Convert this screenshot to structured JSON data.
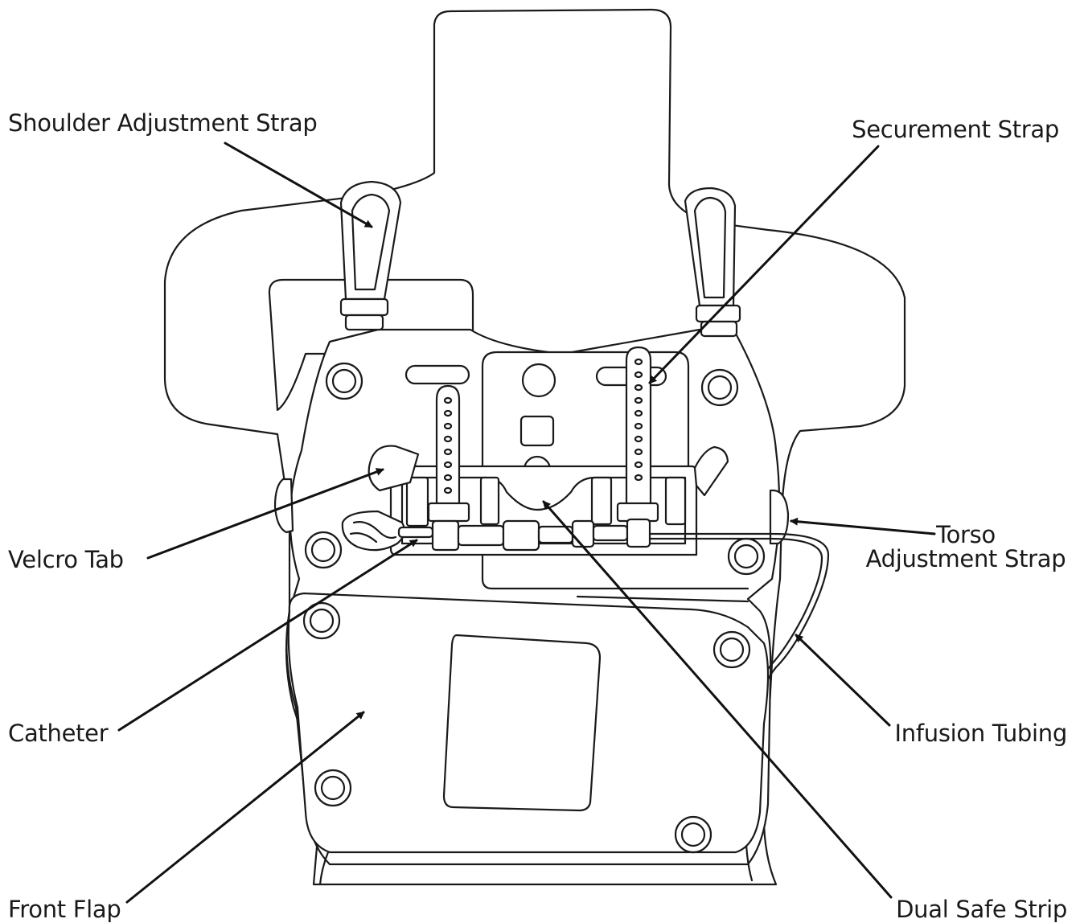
{
  "diagram": {
    "labels": {
      "shoulder_adjustment_strap": "Shoulder Adjustment Strap",
      "securement_strap": "Securement Strap",
      "velcro_tab": "Velcro Tab",
      "torso_adjustment_strap_line1": "Torso",
      "torso_adjustment_strap_line2": "Adjustment Strap",
      "catheter": "Catheter",
      "infusion_tubing": "Infusion Tubing",
      "front_flap": "Front Flap",
      "dual_safe_strip": "Dual Safe Strip"
    },
    "colors": {
      "line": "#1a1a1a",
      "fill": "#ffffff"
    }
  }
}
